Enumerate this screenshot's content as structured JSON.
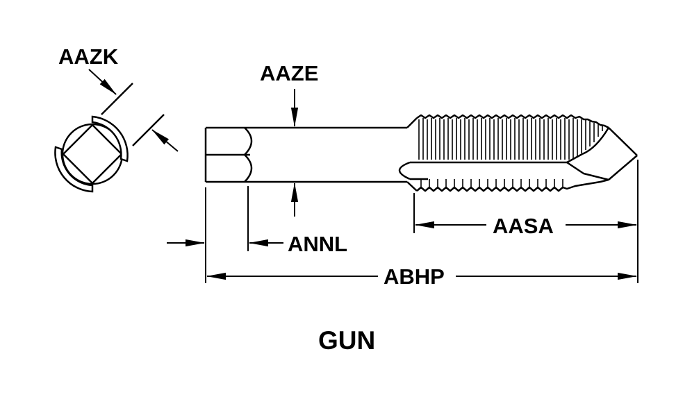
{
  "labels": {
    "dim_aazk": "AAZK",
    "dim_aaze": "AAZE",
    "dim_annl": "ANNL",
    "dim_aasa": "AASA",
    "dim_abhp": "ABHP"
  },
  "title": "GUN",
  "colors": {
    "line": "#000000",
    "background": "#ffffff"
  }
}
